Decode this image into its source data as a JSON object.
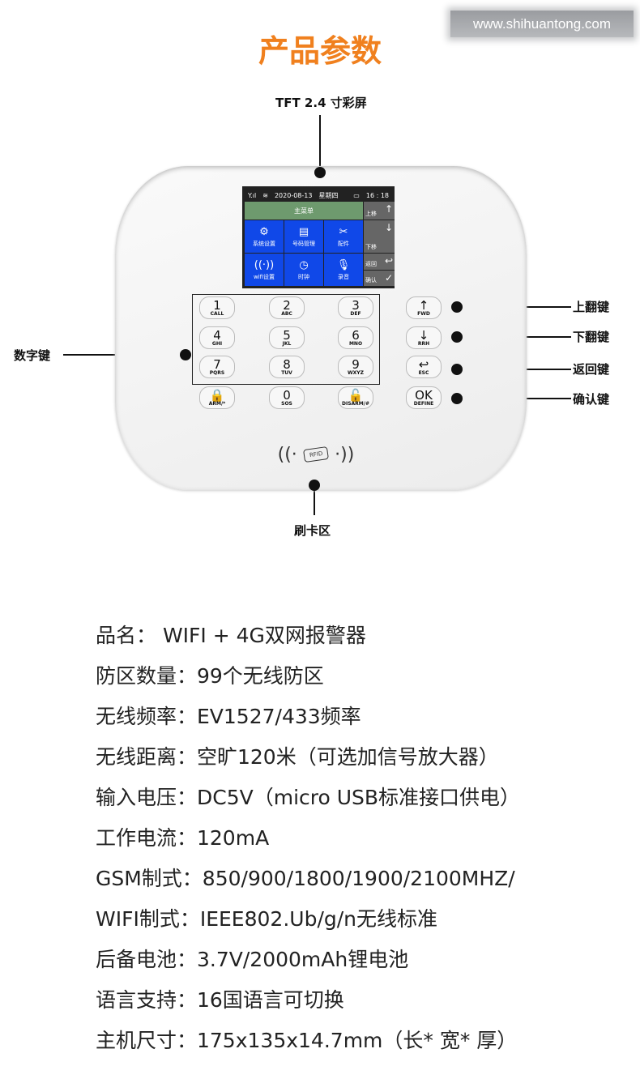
{
  "watermark": "www.shihuantong.com",
  "title": "产品参数",
  "callouts": {
    "screen": "TFT 2.4 寸彩屏",
    "numpad": "数字键",
    "up": "上翻键",
    "down": "下翻键",
    "back": "返回键",
    "confirm": "确认键",
    "card": "刷卡区"
  },
  "screen": {
    "date": "2020-08-13",
    "weekday": "星期四",
    "time": "16 : 18",
    "menu": "主菜单",
    "tiles": [
      {
        "icon": "⚙",
        "label": "系统设置"
      },
      {
        "icon": "▤",
        "label": "号码管理"
      },
      {
        "icon": "✂",
        "label": "配件"
      },
      {
        "icon": "((·))",
        "label": "wifi设置"
      },
      {
        "icon": "◷",
        "label": "时钟"
      },
      {
        "icon": "🎙",
        "label": "录音"
      }
    ],
    "side": [
      {
        "icon": "↑",
        "label": "上移"
      },
      {
        "icon": "↓",
        "label": "下移"
      },
      {
        "icon": "↩",
        "label": "返回"
      },
      {
        "icon": "✓",
        "label": "确认"
      }
    ]
  },
  "keypad": [
    {
      "n": "1",
      "s": "CALL"
    },
    {
      "n": "2",
      "s": "ABC"
    },
    {
      "n": "3",
      "s": "DEF"
    },
    {
      "n": "4",
      "s": "GHI"
    },
    {
      "n": "5",
      "s": "JKL"
    },
    {
      "n": "6",
      "s": "MNO"
    },
    {
      "n": "7",
      "s": "PQRS"
    },
    {
      "n": "8",
      "s": "TUV"
    },
    {
      "n": "9",
      "s": "WXYZ"
    },
    {
      "n": "🔒",
      "s": "ARM/*"
    },
    {
      "n": "0",
      "s": "SOS"
    },
    {
      "n": "🔓",
      "s": "DISARM/#"
    }
  ],
  "navkeys": [
    {
      "n": "↑",
      "s": "FWD"
    },
    {
      "n": "↓",
      "s": "RRH"
    },
    {
      "n": "↩",
      "s": "ESC"
    },
    {
      "n": "OK",
      "s": "DEFINE"
    }
  ],
  "rfid": {
    "card": "RFID"
  },
  "specs": [
    "品名：  WIFI + 4G双网报警器",
    "防区数量：99个无线防区",
    "无线频率：EV1527/433频率",
    "无线距离：空旷120米（可选加信号放大器）",
    "输入电压：DC5V（micro USB标准接口供电）",
    "工作电流：120mA",
    "GSM制式：850/900/1800/1900/2100MHZ/",
    "WIFI制式：IEEE802.Ub/g/n无线标准",
    "后备电池：3.7V/2000mAh锂电池",
    "语言支持：16国语言可切换",
    "主机尺寸：175x135x14.7mm（长* 宽* 厚）"
  ]
}
